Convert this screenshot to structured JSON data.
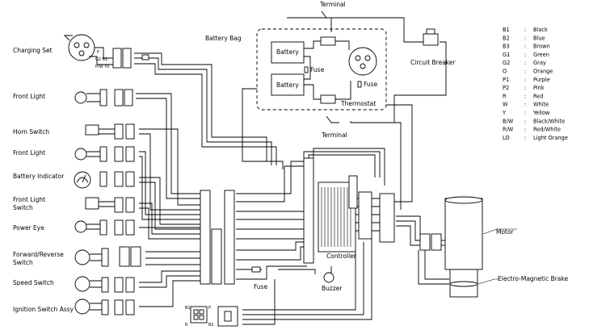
{
  "labels": {
    "charging_set": "Charging Set",
    "battery_bag": "Battery Bag",
    "terminal_top": "Terminal",
    "terminal_bottom": "Terminal",
    "circuit_breaker": "Circuit Breaker",
    "battery_1": "Battery",
    "battery_2": "Battery",
    "fuse_1": "Fuse",
    "fuse_2": "Fuse",
    "thermostat": "Thermostat",
    "front_light_1": "Front Light",
    "horn_switch": "Horn Switch",
    "front_light_2": "Front Light",
    "battery_indicator": "Battery Indicator",
    "front_light_switch_1": "Front Light",
    "front_light_switch_2": "Switch",
    "power_eye": "Power Eye",
    "forward_reverse_1": "Forward/Reverse",
    "forward_reverse_2": "Switch",
    "speed_switch": "Speed Switch",
    "ignition_switch": "Ignition Switch Assy",
    "controller": "Controller",
    "fuse_main": "Fuse",
    "buzzer": "Buzzer",
    "motor": "Motor",
    "brake": "Electro-Magnetic Brake"
  },
  "wire_codes": {
    "charging_p": "P",
    "charging_gb": "G2 B1",
    "charging_pw": "P/W Y0",
    "ign_b1": "B1",
    "ign_p": "P",
    "ign_r": "R",
    "ign_b2": "B2"
  },
  "legend": [
    {
      "code": "B1",
      "name": "Black"
    },
    {
      "code": "B2",
      "name": "Blue"
    },
    {
      "code": "B3",
      "name": "Brown"
    },
    {
      "code": "G1",
      "name": "Green"
    },
    {
      "code": "G2",
      "name": "Gray"
    },
    {
      "code": "O",
      "name": "Orange"
    },
    {
      "code": "P1",
      "name": "Purple"
    },
    {
      "code": "P2",
      "name": "Pink"
    },
    {
      "code": "R",
      "name": "Red"
    },
    {
      "code": "W",
      "name": "White"
    },
    {
      "code": "Y",
      "name": "Yellow"
    },
    {
      "code": "B/W",
      "name": "Black/White"
    },
    {
      "code": "R/W",
      "name": "Red/White"
    },
    {
      "code": "LO",
      "name": "Light Orange"
    }
  ]
}
